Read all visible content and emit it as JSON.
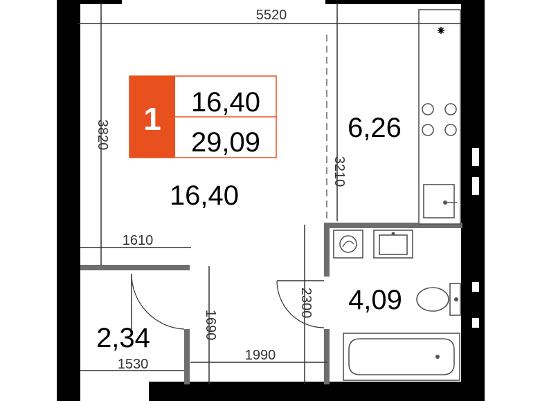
{
  "badge": {
    "rooms": "1",
    "living_area": "16,40",
    "total_area": "29,09",
    "accent_color": "#E8501E"
  },
  "rooms": {
    "living": "16,40",
    "kitchen": "6,26",
    "bathroom": "4,09",
    "hall": "2,34"
  },
  "dimensions": {
    "top_width": "5520",
    "living_height": "3820",
    "kitchen_height": "3210",
    "living_left_width": "1610",
    "hall_height": "1690",
    "bath_door_height": "2300",
    "hall_width": "1990",
    "storage_width": "1530"
  },
  "icons": {
    "hood": "asterisk-icon"
  }
}
